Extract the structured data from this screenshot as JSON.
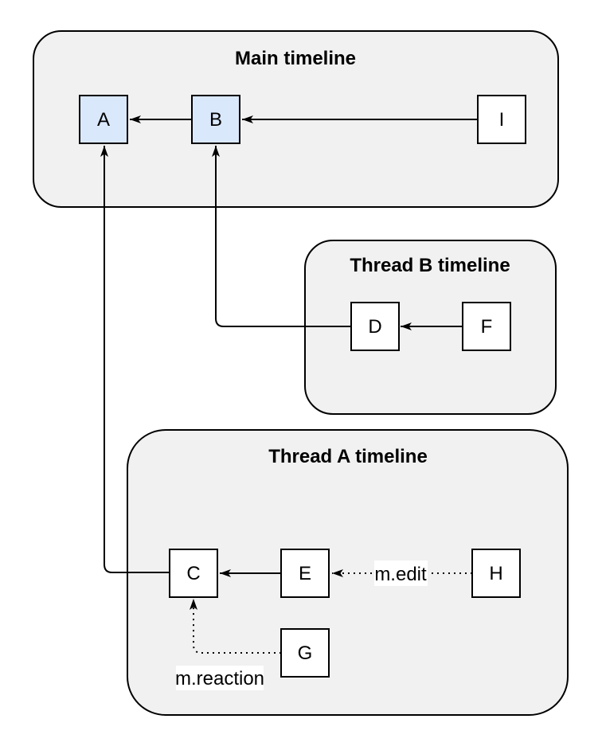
{
  "diagram": {
    "containers": [
      {
        "id": "main",
        "title": "Main timeline"
      },
      {
        "id": "thread-b",
        "title": "Thread B timeline"
      },
      {
        "id": "thread-a",
        "title": "Thread A timeline"
      }
    ],
    "nodes": [
      {
        "id": "A",
        "label": "A",
        "highlighted": true
      },
      {
        "id": "B",
        "label": "B",
        "highlighted": true
      },
      {
        "id": "I",
        "label": "I",
        "highlighted": false
      },
      {
        "id": "D",
        "label": "D",
        "highlighted": false
      },
      {
        "id": "F",
        "label": "F",
        "highlighted": false
      },
      {
        "id": "C",
        "label": "C",
        "highlighted": false
      },
      {
        "id": "E",
        "label": "E",
        "highlighted": false
      },
      {
        "id": "H",
        "label": "H",
        "highlighted": false
      },
      {
        "id": "G",
        "label": "G",
        "highlighted": false
      }
    ],
    "edges": [
      {
        "from": "B",
        "to": "A",
        "style": "solid",
        "label": ""
      },
      {
        "from": "I",
        "to": "B",
        "style": "solid",
        "label": ""
      },
      {
        "from": "F",
        "to": "D",
        "style": "solid",
        "label": ""
      },
      {
        "from": "E",
        "to": "C",
        "style": "solid",
        "label": ""
      },
      {
        "from": "H",
        "to": "E",
        "style": "dotted",
        "label": "m.edit"
      },
      {
        "from": "G",
        "to": "C",
        "style": "dotted",
        "label": "m.reaction"
      },
      {
        "from": "C",
        "to": "A",
        "style": "solid",
        "label": ""
      },
      {
        "from": "D",
        "to": "B",
        "style": "solid",
        "label": ""
      }
    ],
    "colors": {
      "container_fill": "#f1f1f1",
      "node_fill": "#ffffff",
      "highlight_node_fill": "#dae8fc",
      "stroke": "#000000",
      "label_bg": "#ffffff"
    }
  }
}
